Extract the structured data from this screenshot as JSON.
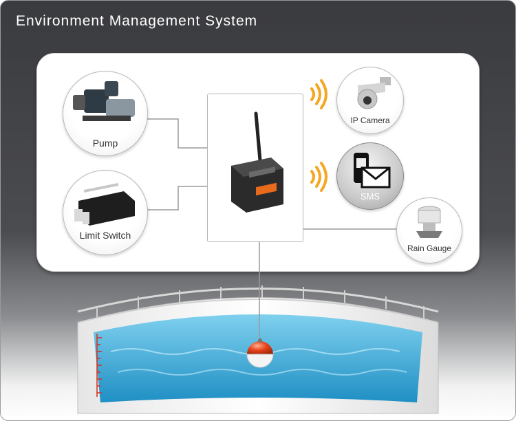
{
  "title": "Environment Management System",
  "devices": {
    "pump": "Pump",
    "limit_switch": "Limit Switch",
    "ip_camera": "IP Camera",
    "sms": "SMS",
    "rain_gauge": "Rain Gauge"
  },
  "colors": {
    "background_dark": "#3a3b3f",
    "panel": "#ffffff",
    "wireless_orange": "#f5a623",
    "water_blue": "#3fa9d6",
    "float_red": "#e8421c"
  },
  "icons": [
    "pump-icon",
    "limit-switch-icon",
    "ip-camera-icon",
    "sms-icon",
    "rain-gauge-icon",
    "controller-icon",
    "wireless-signal-icon",
    "float-sensor-icon"
  ]
}
